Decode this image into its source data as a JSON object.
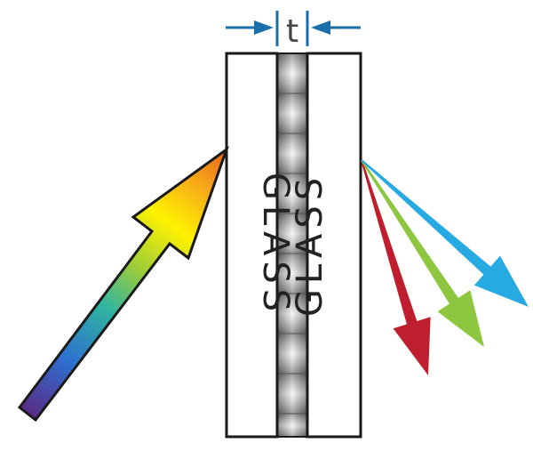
{
  "diagram": {
    "thickness_label": "t",
    "left_pane_label": "GLASS",
    "right_pane_label": "GLASS",
    "colors": {
      "dimension": "#1a6fa8",
      "blue_ray": "#27a9e1",
      "green_ray": "#8dc63f",
      "red_ray": "#be1e2d",
      "outline": "#1a1a1a"
    }
  }
}
